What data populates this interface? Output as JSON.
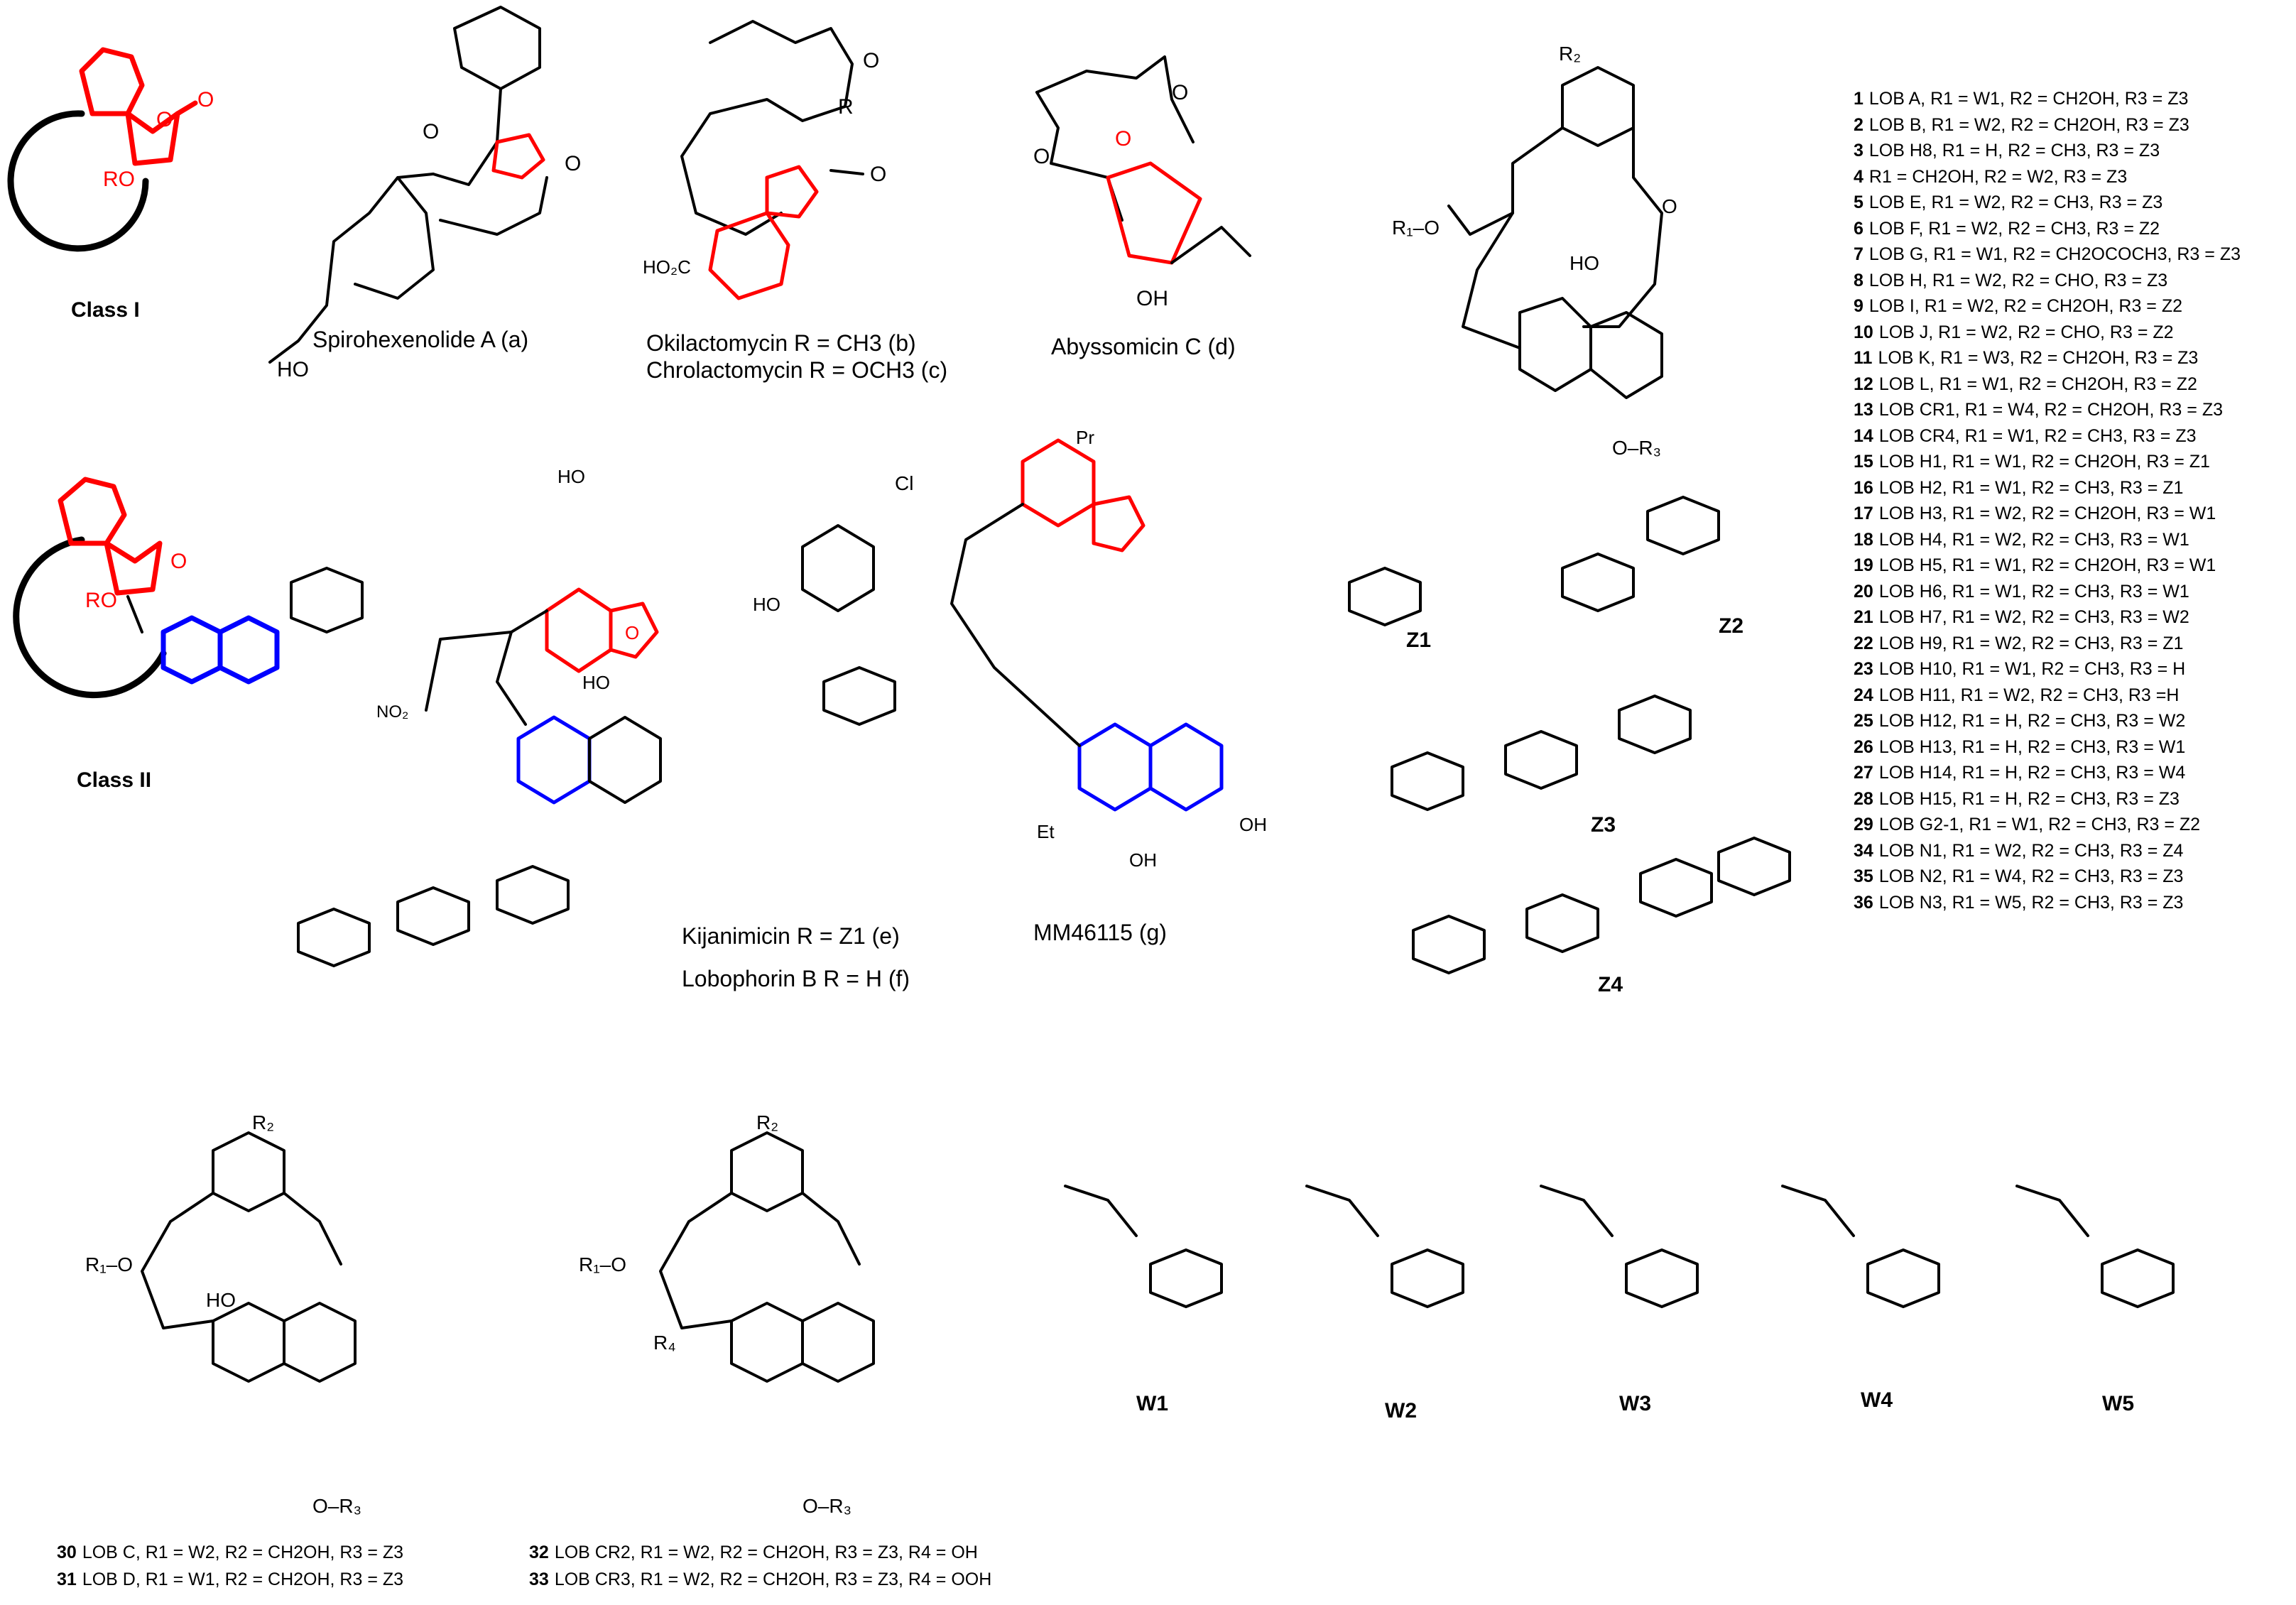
{
  "colors": {
    "core": "#ff0000",
    "decalin": "#0000ff",
    "bond": "#000000"
  },
  "class_labels": {
    "class1": "Class I",
    "class2": "Class II"
  },
  "captions": {
    "a": "Spirohexenolide A (a)",
    "b": "Okilactomycin  R = CH3  (b)",
    "c": "Chrolactomycin  R = OCH3 (c)",
    "d": "Abyssomicin C (d)",
    "e": "Kijanimicin  R = Z1 (e)",
    "f": "Lobophorin B R = H  (f)",
    "g": "MM46115 (g)"
  },
  "sugar_labels": {
    "z1": "Z1",
    "z2": "Z2",
    "z3": "Z3",
    "z4": "Z4",
    "w1": "W1",
    "w2": "W2",
    "w3": "W3",
    "w4": "W4",
    "w5": "W5"
  },
  "compounds_right": [
    {
      "num": "1",
      "text": "LOB A, R1 = W1, R2 = CH2OH, R3 = Z3"
    },
    {
      "num": "2",
      "text": "LOB B, R1 = W2, R2 = CH2OH, R3 = Z3"
    },
    {
      "num": "3",
      "text": "LOB H8,  R1 = H, R2 = CH3, R3 = Z3"
    },
    {
      "num": "4",
      "text": "R1 = CH2OH, R2 = W2, R3 = Z3"
    },
    {
      "num": "5",
      "text": "LOB E, R1 = W2, R2 = CH3, R3 = Z3"
    },
    {
      "num": "6",
      "text": "LOB F, R1 = W2, R2 = CH3, R3 = Z2"
    },
    {
      "num": "7",
      "text": "LOB G, R1 =  W1, R2 = CH2OCOCH3, R3 = Z3"
    },
    {
      "num": "8",
      "text": "LOB H, R1 =  W2, R2 = CHO, R3 = Z3"
    },
    {
      "num": "9",
      "text": "LOB I, R1 = W2, R2 =  CH2OH, R3 = Z2"
    },
    {
      "num": "10",
      "text": "LOB J, R1 = W2, R2 = CHO, R3 = Z2"
    },
    {
      "num": "11",
      "text": "LOB K, R1 = W3, R2 = CH2OH, R3 = Z3"
    },
    {
      "num": "12",
      "text": "LOB L, R1 = W1, R2 =  CH2OH, R3 = Z2"
    },
    {
      "num": "13",
      "text": "LOB CR1, R1 = W4, R2 = CH2OH, R3 = Z3"
    },
    {
      "num": "14",
      "text": "LOB CR4, R1 = W1, R2 = CH3,  R3 = Z3"
    },
    {
      "num": "15",
      "text": "LOB H1, R1 = W1, R2 = CH2OH, R3 = Z1"
    },
    {
      "num": "16",
      "text": "LOB H2, R1 = W1, R2 = CH3, R3 = Z1"
    },
    {
      "num": "17",
      "text": "LOB H3, R1 = W2, R2 = CH2OH, R3 = W1"
    },
    {
      "num": "18",
      "text": "LOB H4, R1 = W2, R2 = CH3, R3 = W1"
    },
    {
      "num": "19",
      "text": "LOB H5, R1 = W1, R2 = CH2OH, R3 = W1"
    },
    {
      "num": "20",
      "text": "LOB H6, R1 = W1, R2 = CH3, R3 = W1"
    },
    {
      "num": "21",
      "text": "LOB H7, R1 = W2, R2 = CH3, R3 = W2"
    },
    {
      "num": "22",
      "text": "LOB H9, R1 = W2, R2 = CH3, R3 = Z1"
    },
    {
      "num": "23",
      "text": "LOB H10, R1 = W1, R2 = CH3, R3 = H"
    },
    {
      "num": "24",
      "text": "LOB H11, R1 = W2, R2 = CH3, R3 =H"
    },
    {
      "num": "25",
      "text": "LOB H12, R1 = H, R2 = CH3, R3 = W2"
    },
    {
      "num": "26",
      "text": "LOB H13, R1 = H, R2 = CH3, R3 = W1"
    },
    {
      "num": "27",
      "text": "LOB H14, R1 = H, R2 = CH3, R3 = W4"
    },
    {
      "num": "28",
      "text": "LOB H15, R1 = H, R2 = CH3, R3 = Z3"
    },
    {
      "num": "29",
      "text": "LOB G2-1, R1 = W1, R2 = CH3, R3 = Z2"
    },
    {
      "num": "34",
      "text": "LOB N1, R1 = W2, R2 = CH3, R3 = Z4"
    },
    {
      "num": "35",
      "text": "LOB N2, R1 = W4, R2 = CH3, R3 = Z3"
    },
    {
      "num": "36",
      "text": "LOB N3, R1 = W5, R2 = CH3, R3 = Z3"
    }
  ],
  "compounds_bottom": [
    {
      "num": "30",
      "text": "LOB C,  R1 = W2, R2 = CH2OH, R3 = Z3"
    },
    {
      "num": "31",
      "text": "LOB D,  R1 = W1, R2 = CH2OH, R3 = Z3"
    },
    {
      "num": "32",
      "text": "LOB CR2, R1 = W2, R2 = CH2OH, R3 = Z3, R4 = OH"
    },
    {
      "num": "33",
      "text": "LOB CR3, R1 = W2, R2 = CH2OH, R3 = Z3, R4 = OOH"
    }
  ]
}
